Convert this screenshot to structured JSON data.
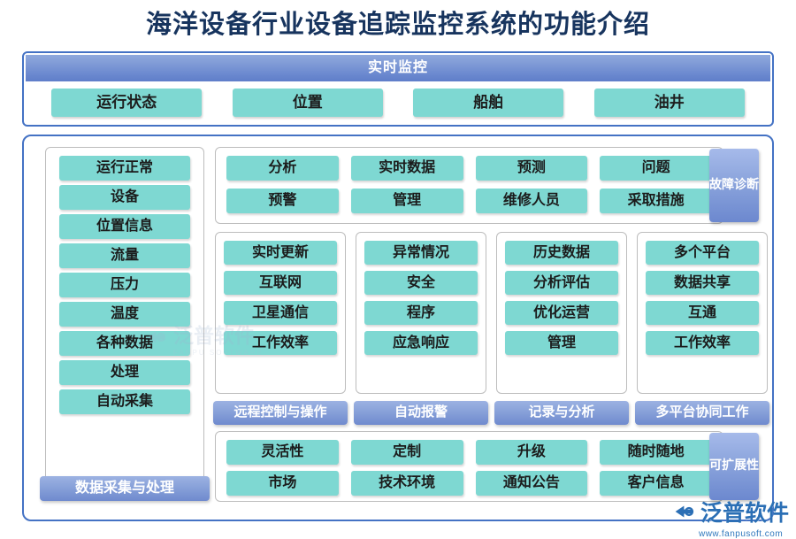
{
  "page": {
    "title": "海洋设备行业设备追踪监控系统的功能介绍"
  },
  "colors": {
    "accent_blue": "#4472c4",
    "chip_teal": "#7ed8d2",
    "banner_blue": "#6a88cf",
    "title_navy": "#17345e",
    "watermark_blue": "#2b6fb5"
  },
  "top": {
    "banner_label": "实时监控",
    "tabs": [
      {
        "label": "运行状态"
      },
      {
        "label": "位置"
      },
      {
        "label": "船舶"
      },
      {
        "label": "油井"
      }
    ]
  },
  "left_column": {
    "items": [
      {
        "label": "运行正常"
      },
      {
        "label": "设备"
      },
      {
        "label": "位置信息"
      },
      {
        "label": "流量"
      },
      {
        "label": "压力"
      },
      {
        "label": "温度"
      },
      {
        "label": "各种数据"
      },
      {
        "label": "处理"
      },
      {
        "label": "自动采集"
      }
    ],
    "footer_label": "数据采集与处理"
  },
  "fault_band": {
    "side_label": "故障诊断",
    "items": [
      {
        "label": "分析"
      },
      {
        "label": "实时数据"
      },
      {
        "label": "预测"
      },
      {
        "label": "问题"
      },
      {
        "label": "预警"
      },
      {
        "label": "管理"
      },
      {
        "label": "维修人员"
      },
      {
        "label": "采取措施"
      }
    ]
  },
  "middle_columns": [
    {
      "footer_label": "远程控制与操作",
      "items": [
        {
          "label": "实时更新"
        },
        {
          "label": "互联网"
        },
        {
          "label": "卫星通信"
        },
        {
          "label": "工作效率"
        }
      ]
    },
    {
      "footer_label": "自动报警",
      "items": [
        {
          "label": "异常情况"
        },
        {
          "label": "安全"
        },
        {
          "label": "程序"
        },
        {
          "label": "应急响应"
        }
      ]
    },
    {
      "footer_label": "记录与分析",
      "items": [
        {
          "label": "历史数据"
        },
        {
          "label": "分析评估"
        },
        {
          "label": "优化运营"
        },
        {
          "label": "管理"
        }
      ]
    },
    {
      "footer_label": "多平台协同工作",
      "items": [
        {
          "label": "多个平台"
        },
        {
          "label": "数据共享"
        },
        {
          "label": "互通"
        },
        {
          "label": "工作效率"
        }
      ]
    }
  ],
  "scalability_band": {
    "side_label": "可扩展性",
    "items": [
      {
        "label": "灵活性"
      },
      {
        "label": "定制"
      },
      {
        "label": "升级"
      },
      {
        "label": "随时随地"
      },
      {
        "label": "市场"
      },
      {
        "label": "技术环境"
      },
      {
        "label": "通知公告"
      },
      {
        "label": "客户信息"
      }
    ]
  },
  "watermarks": {
    "center_brand": "泛普软件",
    "center_sub": "FANPU SOFTWARE",
    "corner_brand": "泛普软件",
    "corner_url": "www.fanpusoft.com"
  }
}
